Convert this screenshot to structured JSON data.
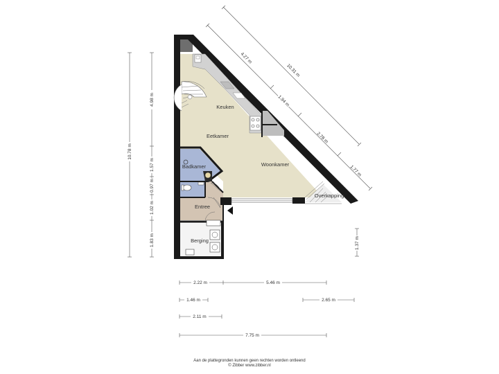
{
  "rooms": {
    "keuken": "Keuken",
    "eetkamer": "Eetkamer",
    "woonkamer": "Woonkamer",
    "badkamer": "Badkamer",
    "entree": "Entree",
    "berging": "Berging",
    "overkapping": "Overkapping"
  },
  "dimensions": {
    "left_total": "10.78 m",
    "left_4_98": "4.98 m",
    "left_1_57": "1.57 m",
    "left_0_97": "0.97 m",
    "left_1_02": "1.02 m",
    "left_1_83": "1.83 m",
    "diag_total": "10.31 m",
    "diag_4_27": "4.27 m",
    "diag_1_94": "1.94 m",
    "diag_2_78": "2.78 m",
    "diag_1_77": "1.77 m",
    "right_1_37": "1.37 m",
    "bottom_2_22": "2.22 m",
    "bottom_5_46": "5.46 m",
    "bottom_1_46": "1.46 m",
    "bottom_2_65": "2.65 m",
    "bottom_2_11": "2.11 m",
    "bottom_7_75": "7.75 m"
  },
  "footer": {
    "line1": "Aan de plattegronden kunnen geen rechten worden ontleend",
    "line2": "© Zibber www.zibber.nl"
  },
  "colors": {
    "living": "#e6e1c9",
    "bath": "#a9b7d6",
    "entree": "#d3c4b3",
    "wall": "#1a1a1a",
    "counter": "#d2d2d2"
  }
}
